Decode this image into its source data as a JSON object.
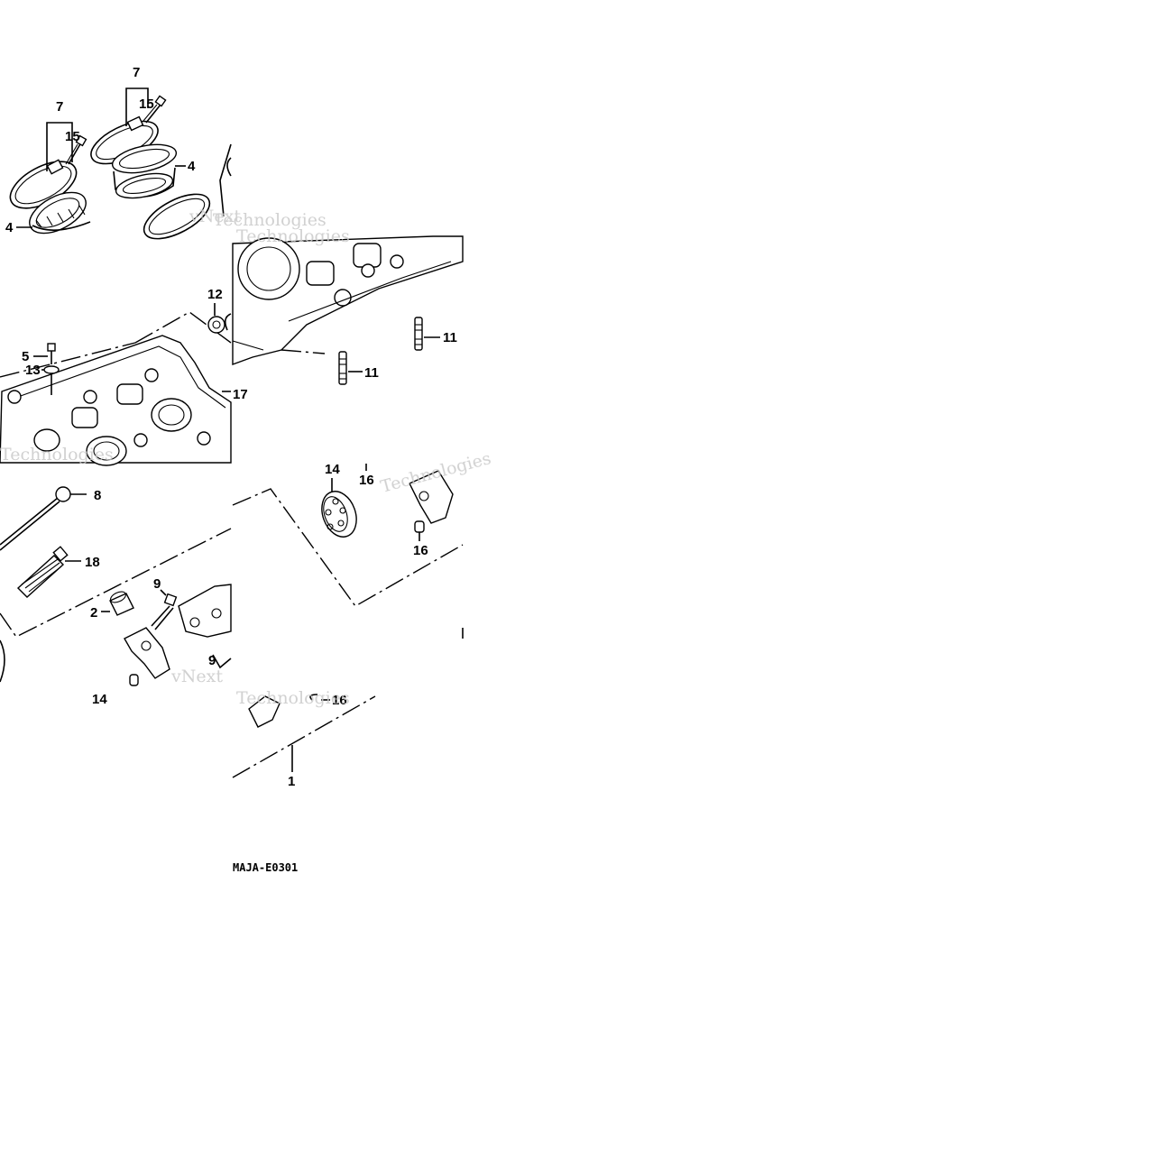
{
  "diagram": {
    "drawing_code": "MAJA-E0301",
    "watermark": {
      "line1": "vNext",
      "line2": "Technologies"
    },
    "callouts": {
      "c7a": "7",
      "c7b": "7",
      "c15a": "15",
      "c15b": "15",
      "c4a": "4",
      "c4b": "4",
      "c12": "12",
      "c5": "5",
      "c13": "13",
      "c17": "17",
      "c11a": "11",
      "c11b": "11",
      "c14": "14",
      "c16a": "16",
      "c16b": "16",
      "c16c": "16",
      "c8": "8",
      "c18": "18",
      "c9a": "9",
      "c9b": "9",
      "c2": "2",
      "c14b": "14",
      "c1": "1"
    }
  }
}
